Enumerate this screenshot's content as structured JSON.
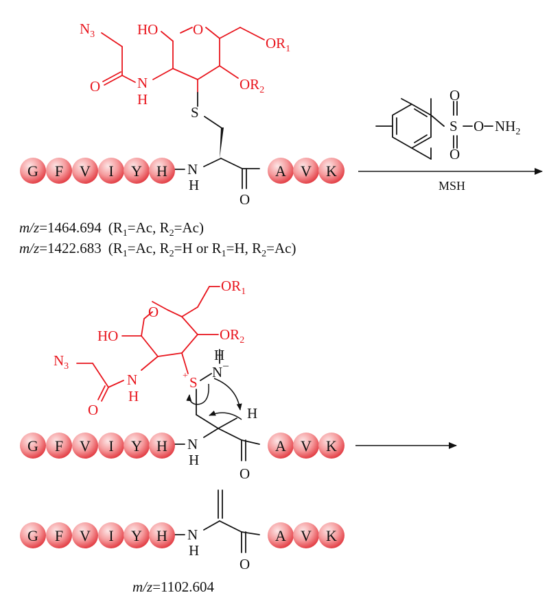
{
  "peptide": {
    "left_residues": [
      "G",
      "F",
      "V",
      "I",
      "Y",
      "H"
    ],
    "right_residues": [
      "A",
      "V",
      "K"
    ]
  },
  "colors": {
    "sugar": "#e8141c",
    "bead_light": "#fde6e6",
    "bead_dark": "#e7454b",
    "ink": "#111111"
  },
  "reagent": {
    "label": "MSH",
    "sulfonyl_S": "S",
    "sulfonyl_O": "O",
    "ester_O": "O",
    "amine": "NH",
    "amine_sub": "2"
  },
  "atoms": {
    "ring_O": "O",
    "hydroxyl": "HO",
    "OR": "OR",
    "sub1": "1",
    "sub2": "2",
    "azide": "N",
    "azide_sub": "3",
    "N": "N",
    "H": "H",
    "O": "O",
    "S": "S",
    "plus": "+",
    "minus": "–"
  },
  "products": {
    "mass_line_1": {
      "mz": "m/z",
      "value": "=1464.694",
      "paren_a": "(R",
      "eq_a": "=Ac, R",
      "end": "=Ac)"
    },
    "mass_line_2": {
      "mz": "m/z",
      "value": "=1422.683",
      "paren_a": "(R",
      "eq_a": "=Ac, R",
      "mid": "=H or R",
      "eq_b": "=H, R",
      "end": "=Ac)"
    },
    "mass_line_3": {
      "mz": "m/z",
      "value": "=1102.604"
    }
  }
}
